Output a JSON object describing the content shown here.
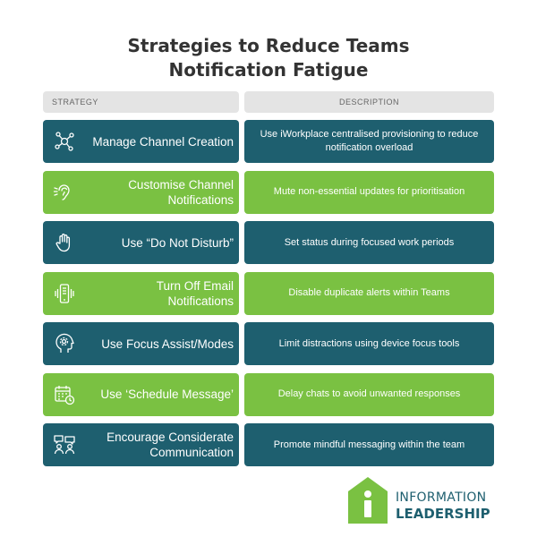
{
  "title": {
    "line1": "Strategies to Reduce Teams",
    "line2": "Notification Fatigue"
  },
  "table": {
    "headers": {
      "strategy": "STRATEGY",
      "description": "DESCRIPTION"
    },
    "rows": [
      {
        "strategy_lines": [
          "Manage Channel Creation"
        ],
        "description": "Use iWorkplace centralised provisioning to reduce notification overload",
        "color": "#1e5f6f",
        "icon": "network-hub-icon"
      },
      {
        "strategy_lines": [
          "Customise Channel",
          "Notifications"
        ],
        "description": "Mute non-essential updates for prioritisation",
        "color": "#7ac142",
        "icon": "ear-sound-icon"
      },
      {
        "strategy_lines": [
          "Use “Do Not Disturb”"
        ],
        "description": "Set status during focused work periods",
        "color": "#1e5f6f",
        "icon": "hand-stop-icon"
      },
      {
        "strategy_lines": [
          "Turn Off Email",
          "Notifications"
        ],
        "description": "Disable duplicate alerts within Teams",
        "color": "#7ac142",
        "icon": "phone-vibrate-icon"
      },
      {
        "strategy_lines": [
          "Use Focus Assist/Modes"
        ],
        "description": "Limit distractions using device focus tools",
        "color": "#1e5f6f",
        "icon": "head-gear-icon"
      },
      {
        "strategy_lines": [
          "Use ‘Schedule Message’"
        ],
        "description": "Delay chats to avoid unwanted responses",
        "color": "#7ac142",
        "icon": "calendar-clock-icon"
      },
      {
        "strategy_lines": [
          "Encourage Considerate",
          "Communication"
        ],
        "description": "Promote mindful messaging within the team",
        "color": "#1e5f6f",
        "icon": "people-chat-icon"
      }
    ]
  },
  "logo": {
    "line1": "INFORMATION",
    "line2": "LEADERSHIP",
    "colors": {
      "mark": "#7ac142",
      "text": "#1e5f6f"
    }
  }
}
